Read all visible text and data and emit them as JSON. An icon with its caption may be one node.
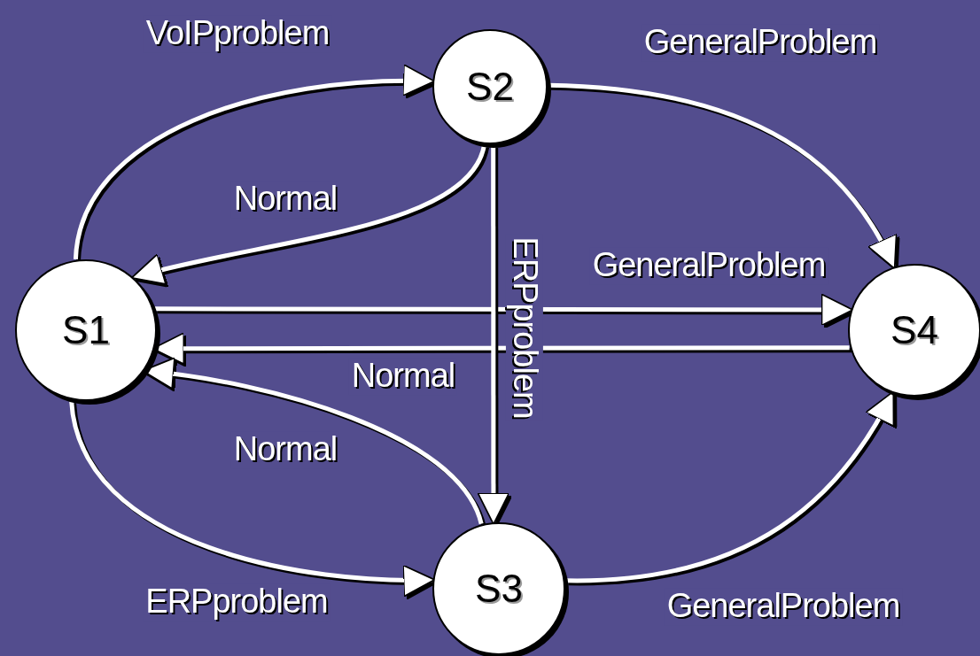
{
  "diagram": {
    "nodes": [
      {
        "text": [
          "S1"
        ]
      },
      {
        "text": [
          "S2"
        ]
      },
      {
        "text": [
          "S3"
        ]
      },
      {
        "text": [
          "S4"
        ]
      }
    ],
    "edges": [
      {
        "from": 0,
        "to": 1,
        "arrow": "to",
        "label": "VoIPproblem"
      },
      {
        "from": 1,
        "to": 0,
        "arrow": "to",
        "label": "Normal"
      },
      {
        "from": 1,
        "to": 3,
        "arrow": "to",
        "label": "GeneralProblem"
      },
      {
        "from": 0,
        "to": 3,
        "arrow": "to",
        "label": "GeneralProblem"
      },
      {
        "from": 3,
        "to": 0,
        "arrow": "to",
        "label": "Normal"
      },
      {
        "from": 1,
        "to": 2,
        "arrow": "to",
        "label": "ERPproblem"
      },
      {
        "from": 2,
        "to": 0,
        "arrow": "to",
        "label": "Normal"
      },
      {
        "from": 0,
        "to": 2,
        "arrow": "to",
        "label": "ERPproblem"
      },
      {
        "from": 2,
        "to": 3,
        "arrow": "to",
        "label": "GeneralProblem"
      }
    ]
  }
}
